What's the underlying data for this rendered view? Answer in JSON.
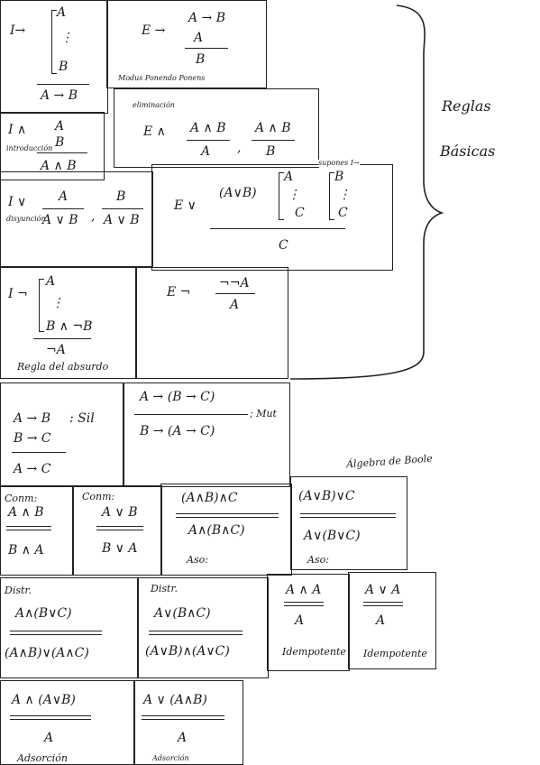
{
  "side": {
    "title": "Reglas",
    "subtitle": "Básicas"
  },
  "r1": {
    "intro_impl": {
      "rule": "I→",
      "hyp": "A",
      "dots": "⋮",
      "mid": "B",
      "concl": "A → B"
    },
    "elim_impl": {
      "rule": "E →",
      "p1": "A → B",
      "p2": "A",
      "concl": "B",
      "note": "Modus Ponendo Ponens"
    }
  },
  "r2": {
    "intro_and": {
      "rule": "I ∧",
      "note": "introducción",
      "p1": "A",
      "p2": "B",
      "concl": "A ∧ B"
    },
    "elim_and": {
      "rule": "E ∧",
      "note": "eliminación",
      "f1_num": "A ∧ B",
      "f1_den": "A",
      "sep": ",",
      "f2_num": "A ∧ B",
      "f2_den": "B"
    }
  },
  "r3": {
    "intro_or": {
      "rule": "I ∨",
      "note": "disyunción",
      "f1_num": "A",
      "f1_den": "A ∨ B",
      "sep": ",",
      "f2_num": "B",
      "f2_den": "A ∨ B"
    },
    "elim_or": {
      "rule": "E ∨",
      "note": "supones I→",
      "premise": "(A∨B)",
      "h1": "A",
      "h2": "B",
      "dots": "⋮",
      "c1": "C",
      "c2": "C",
      "concl": "C"
    }
  },
  "r4": {
    "intro_neg": {
      "rule": "I ¬",
      "hyp": "A",
      "dots": "⋮",
      "mid": "B ∧ ¬B",
      "concl": "¬A",
      "note": "Regla del absurdo"
    },
    "elim_neg": {
      "rule": "E ¬",
      "num": "¬¬A",
      "den": "A"
    }
  },
  "r5": {
    "sil": {
      "p1": "A → B",
      "label": ": Sil",
      "p2": "B → C",
      "concl": "A → C"
    },
    "mut": {
      "num": "A → (B → C)",
      "den": "B → (A → C)",
      "label": "; Mut"
    }
  },
  "boole_note": "Álgebra de Boole",
  "r6": {
    "conm1": {
      "label": "Conm:",
      "num": "A ∧ B",
      "den": "B ∧ A"
    },
    "conm2": {
      "label": "Conm:",
      "num": "A ∨ B",
      "den": "B ∨ A"
    },
    "aso1": {
      "num": "(A∧B)∧C",
      "den": "A∧(B∧C)",
      "label": "Aso:"
    },
    "aso2": {
      "num": "(A∨B)∨C",
      "den": "A∨(B∨C)",
      "label": "Aso:"
    }
  },
  "r7": {
    "distr1": {
      "label": "Distr.",
      "num": "A∧(B∨C)",
      "den": "(A∧B)∨(A∧C)"
    },
    "distr2": {
      "label": "Distr.",
      "num": "A∨(B∧C)",
      "den": "(A∨B)∧(A∨C)"
    },
    "idem1": {
      "num": "A ∧ A",
      "den": "A",
      "label": "Idempotente"
    },
    "idem2": {
      "num": "A ∨ A",
      "den": "A",
      "label": "Idempotente"
    }
  },
  "r8": {
    "abs1": {
      "num": "A ∧ (A∨B)",
      "den": "A",
      "label": "Adsorción"
    },
    "abs2": {
      "num": "A ∨ (A∧B)",
      "den": "A",
      "label": "Adsorción"
    }
  }
}
